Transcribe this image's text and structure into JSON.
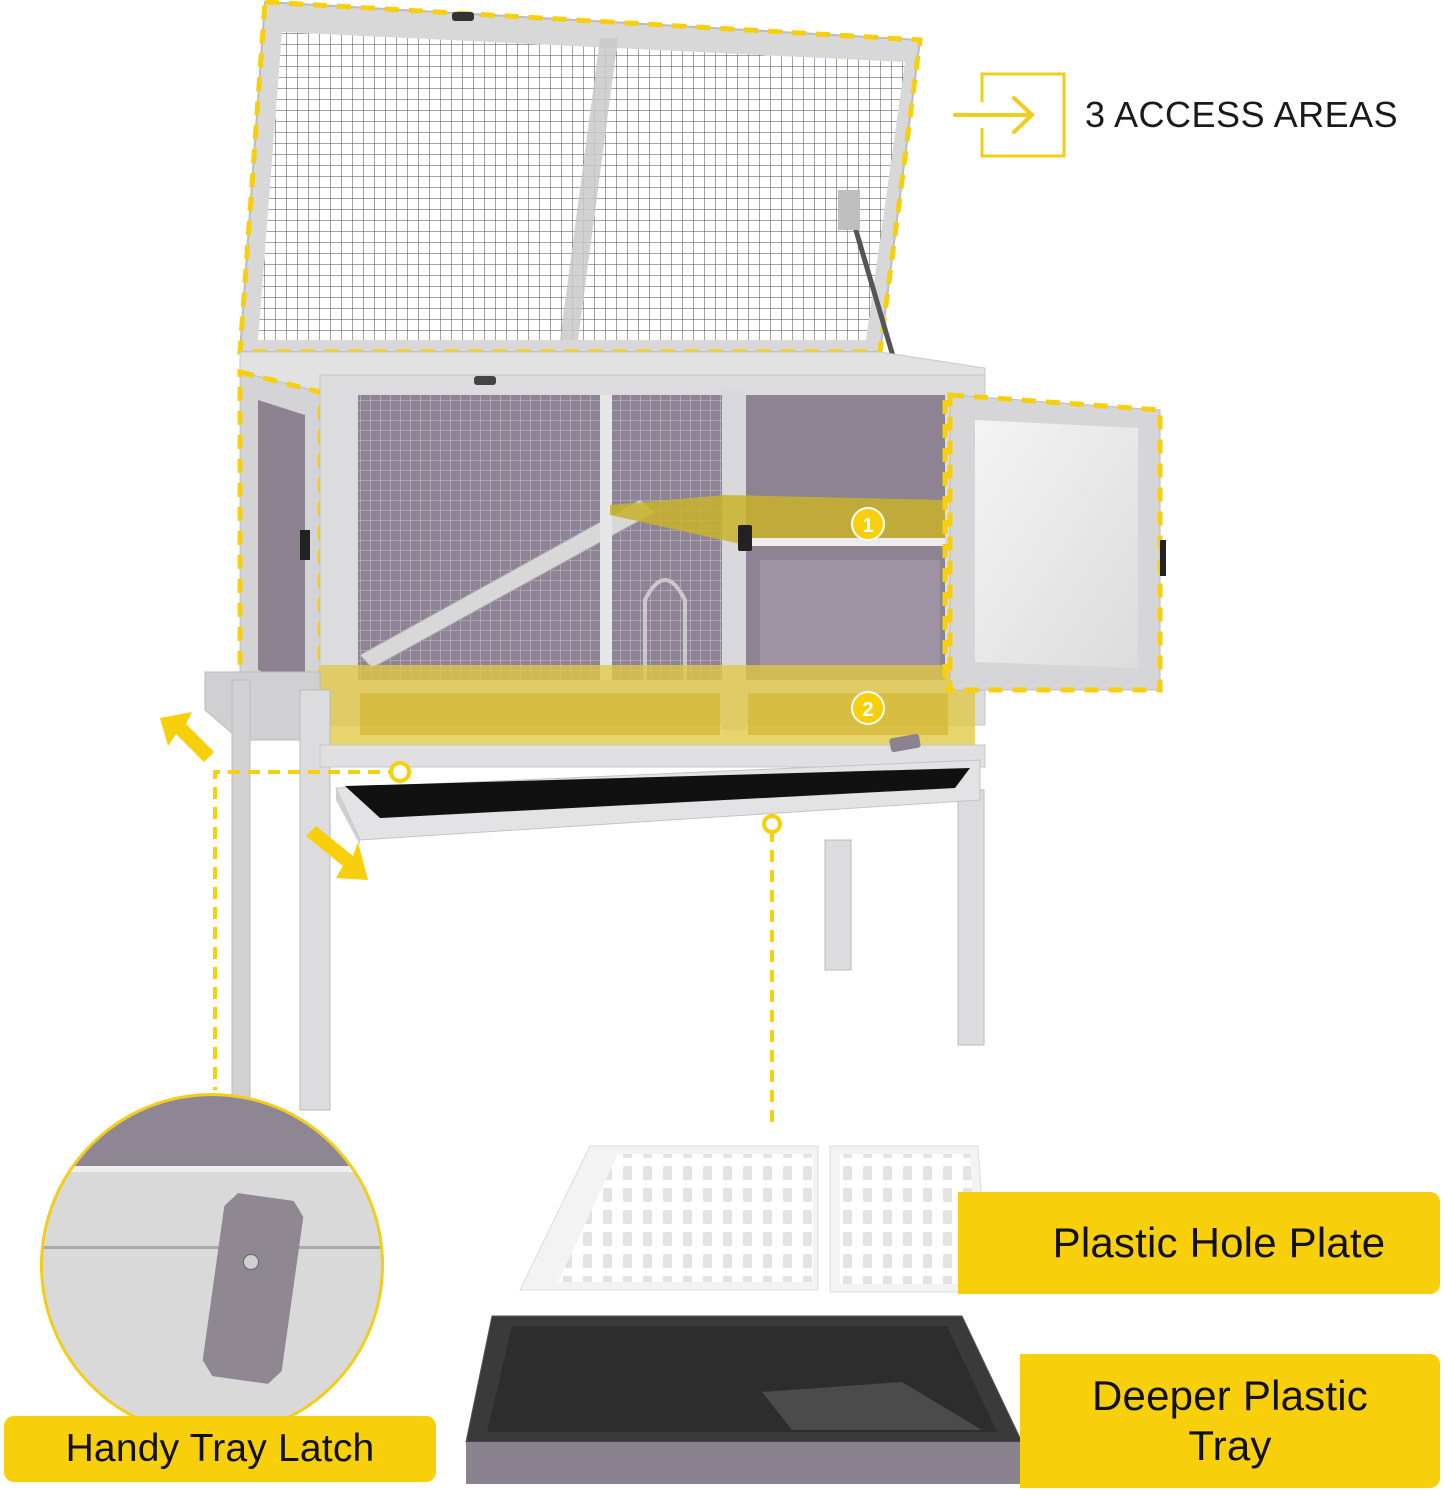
{
  "header": {
    "callout_icon": "enter-arrow-icon",
    "callout_label": "3 ACCESS AREAS"
  },
  "hutch": {
    "markers": [
      {
        "id": "1",
        "label": "1"
      },
      {
        "id": "2",
        "label": "2"
      }
    ],
    "icons": {
      "lid": "open-lid-highlight",
      "door": "open-door-highlight",
      "drawer_arrows": "pull-out-arrows-icon"
    }
  },
  "callouts": {
    "latch_label": "Handy Tray Latch",
    "plate_label": "Plastic Hole Plate",
    "tray_label_line1": "Deeper Plastic",
    "tray_label_line2": "Tray"
  },
  "colors": {
    "accent_yellow": "#f7cf0a",
    "frame_gray": "#d6d6d8",
    "interior_purple": "#8c8190",
    "tray_dark": "#2a2a2a"
  }
}
